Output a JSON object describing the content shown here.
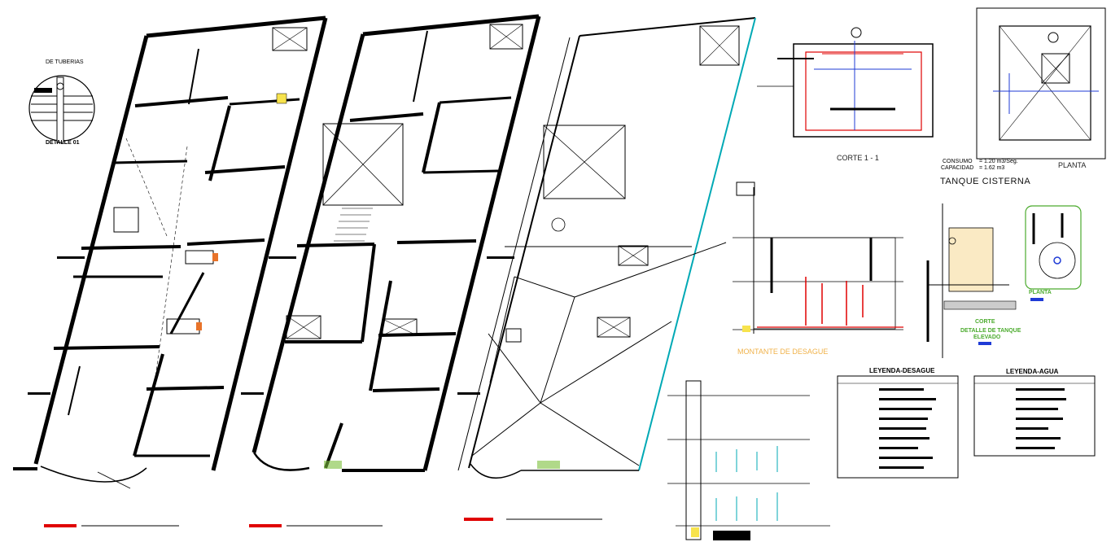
{
  "detail": {
    "title": "DE TUBERIAS",
    "label": "DETALLE 01"
  },
  "cistern": {
    "section_label": "CORTE 1 - 1",
    "plan_label": "PLANTA",
    "consumo_key": "CONSUMO",
    "consumo_value": "= 1.20 m3/Seg.",
    "capacidad_key": "CAPACIDAD",
    "capacidad_value": "= 1.62 m3",
    "title": "TANQUE CISTERNA"
  },
  "elevated_tank": {
    "plan_label": "PLANTA",
    "section_label": "CORTE",
    "detail_label_1": "DETALLE DE TANQUE",
    "detail_label_2": "ELEVADO"
  },
  "risers": {
    "drain_title": "MONTANTE DE DESAGUE"
  },
  "legends": {
    "drain_title": "LEYENDA-DESAGUE",
    "water_title": "LEYENDA-AGUA"
  },
  "colors": {
    "line": "#000000",
    "stair_cyan": "#00a9b5",
    "pipe_red": "#e00000",
    "pipe_blue": "#1f3bd6",
    "drain_title": "#f0b24a",
    "tank_green": "#4cab2e",
    "tank_yellow": "#f5d58a"
  }
}
